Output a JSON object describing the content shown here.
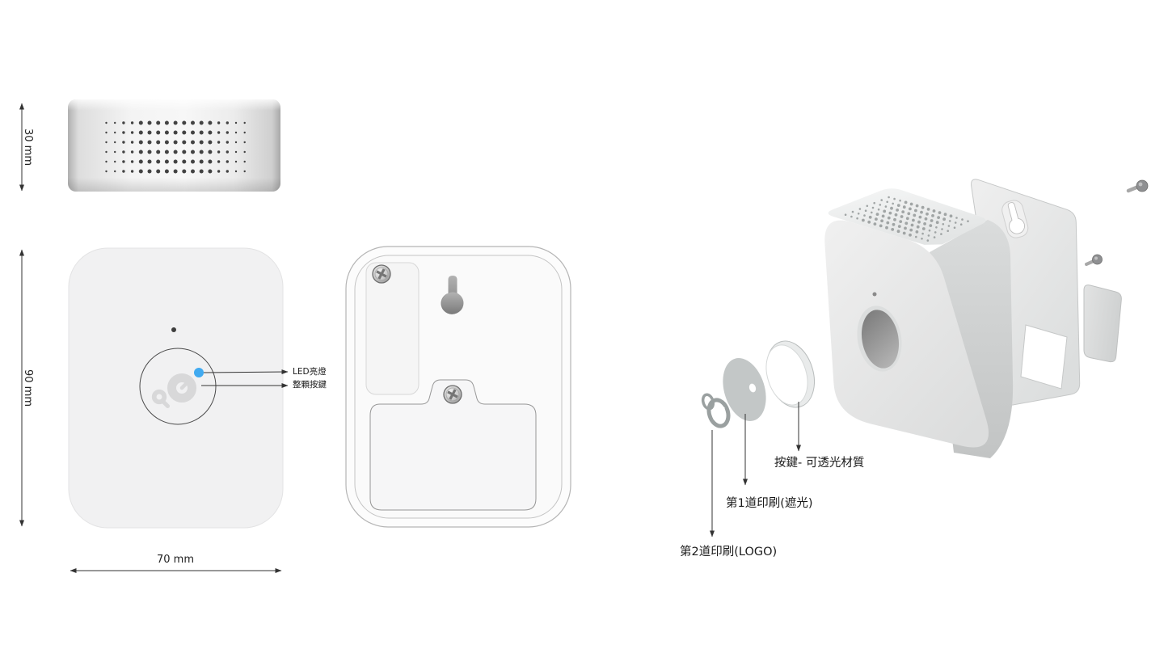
{
  "dimension_labels": {
    "side_height": "30 mm",
    "front_height": "90 mm",
    "front_width": "70 mm"
  },
  "callouts": {
    "led": "LED亮燈",
    "whole_button": "整顆按鍵",
    "button_material": "按鍵- 可透光材質",
    "first_print": "第1道印刷(遮光)",
    "second_print": "第2道印刷(LOGO)"
  },
  "colors": {
    "led_blue": "#41aaf0",
    "logo_gray": "#d8d8d9",
    "line_dark": "#333333",
    "body_fill": "#f1f1f2",
    "disc_gray": "#c3c7c7"
  }
}
